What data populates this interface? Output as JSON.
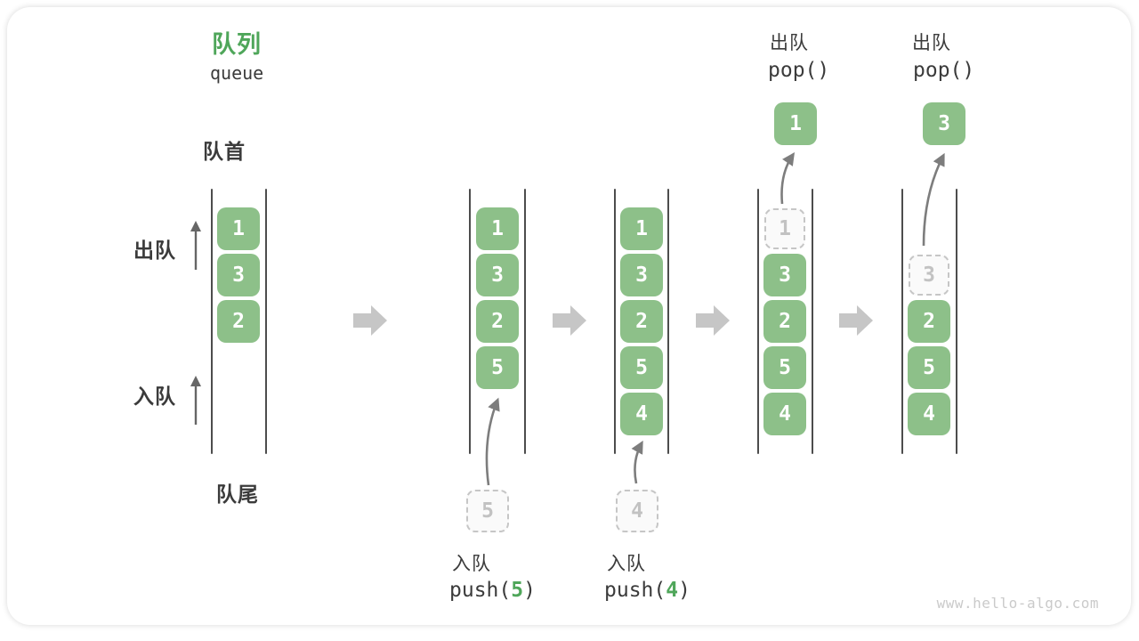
{
  "title": {
    "zh": "队列",
    "en": "queue"
  },
  "side_labels": {
    "front": "队首",
    "rear": "队尾",
    "dequeue": "出队",
    "enqueue": "入队"
  },
  "states": [
    {
      "cells": [
        "1",
        "3",
        "2"
      ]
    },
    {
      "cells": [
        "1",
        "3",
        "2",
        "5"
      ]
    },
    {
      "cells": [
        "1",
        "3",
        "2",
        "5",
        "4"
      ]
    },
    {
      "ghost": "1",
      "cells": [
        "3",
        "2",
        "5",
        "4"
      ]
    },
    {
      "ghost": "3",
      "cells": [
        "2",
        "5",
        "4"
      ]
    }
  ],
  "push_ops": [
    {
      "label": "入队",
      "fn": "push(",
      "arg": "5",
      "close": ")",
      "ghost_value": "5"
    },
    {
      "label": "入队",
      "fn": "push(",
      "arg": "4",
      "close": ")",
      "ghost_value": "4"
    }
  ],
  "pop_ops": [
    {
      "label": "出队",
      "code": "pop()",
      "value": "1"
    },
    {
      "label": "出队",
      "code": "pop()",
      "value": "3"
    }
  ],
  "watermark": "www.hello-algo.com",
  "colors": {
    "box_green": "#8DC089",
    "accent_green": "#4FA65A",
    "text_dark": "#3B3B3B",
    "line_dark": "#4D4D4D",
    "ghost_border": "#C6C6C6",
    "ghost_text": "#C2C2C2",
    "arrow_gray": "#7D7D7D",
    "block_arrow": "#C6C6C6",
    "watermark_gray": "#CACACA"
  }
}
